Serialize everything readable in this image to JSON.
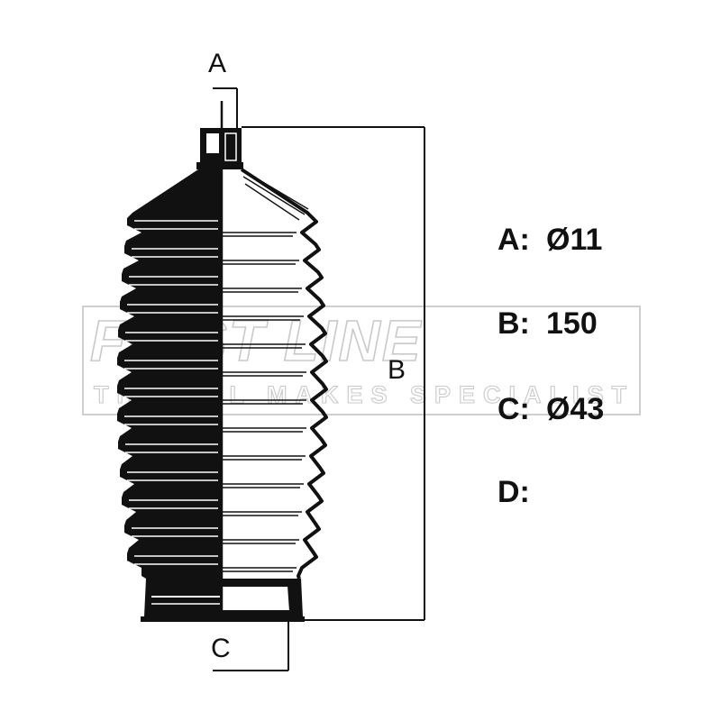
{
  "watermark": {
    "brand": "FIRST LINE",
    "tagline": "THE ALL MAKES SPECIALIST"
  },
  "dimension_labels": {
    "a": "A",
    "b": "B",
    "c": "C"
  },
  "specs": [
    {
      "key": "A:",
      "value": "Ø11"
    },
    {
      "key": "B:",
      "value": "150"
    },
    {
      "key": "C:",
      "value": "Ø43"
    },
    {
      "key": "D:",
      "value": ""
    }
  ]
}
